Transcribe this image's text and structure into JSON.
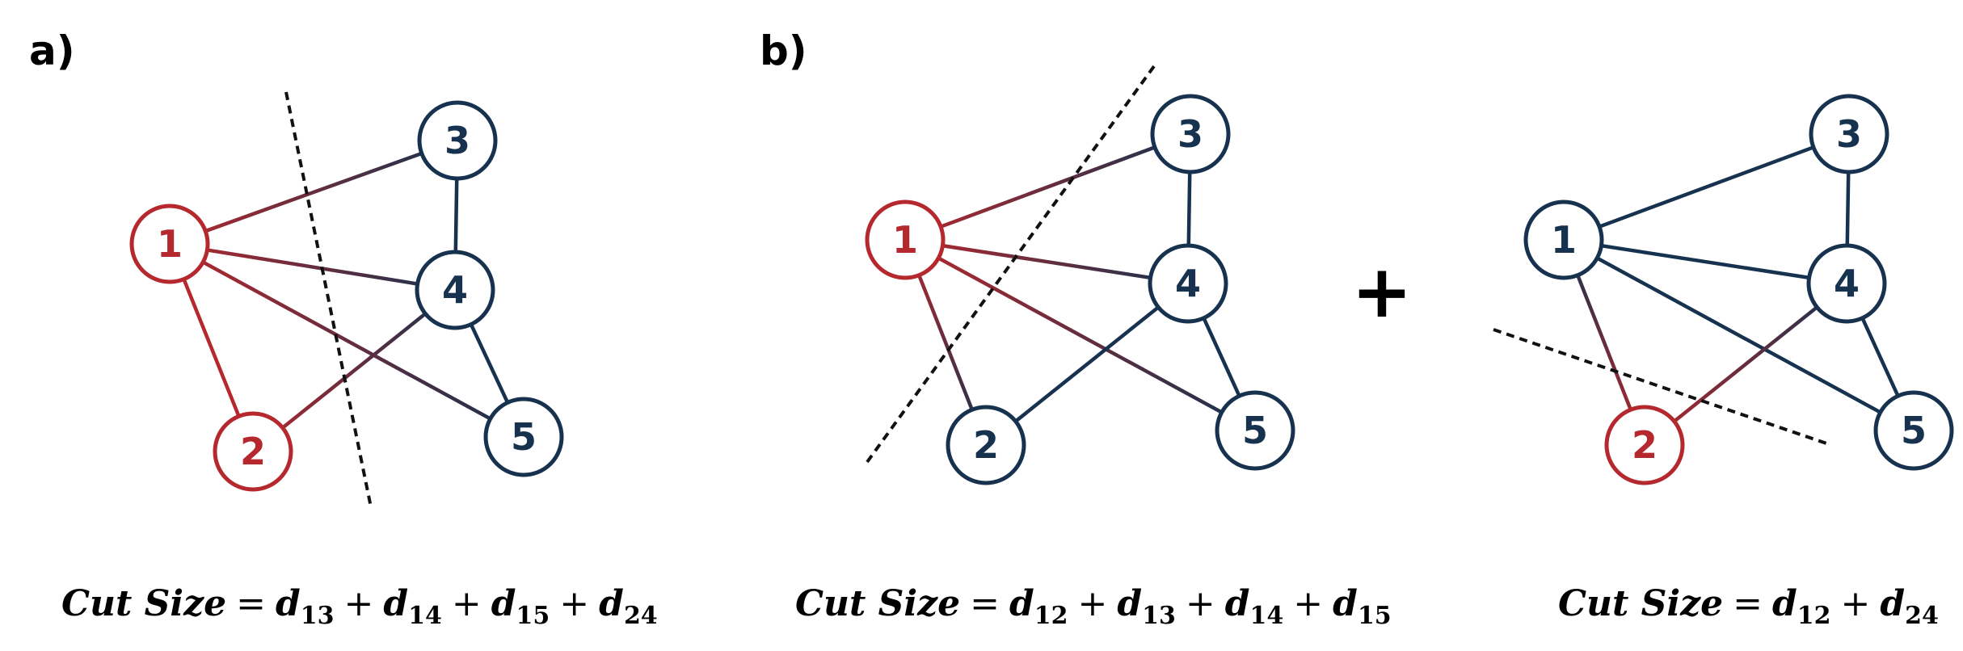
{
  "colors": {
    "red": "#b5282e",
    "blue": "#16324f",
    "cut": "#111111"
  },
  "panels": [
    {
      "label": "a)",
      "nodes": [
        {
          "id": "1",
          "color": "red"
        },
        {
          "id": "2",
          "color": "red"
        },
        {
          "id": "3",
          "color": "blue"
        },
        {
          "id": "4",
          "color": "blue"
        },
        {
          "id": "5",
          "color": "blue"
        }
      ],
      "edges": [
        [
          "1",
          "2"
        ],
        [
          "1",
          "3"
        ],
        [
          "1",
          "4"
        ],
        [
          "1",
          "5"
        ],
        [
          "2",
          "4"
        ],
        [
          "3",
          "4"
        ],
        [
          "4",
          "5"
        ]
      ],
      "cut_edges": [
        [
          "1",
          "3"
        ],
        [
          "1",
          "4"
        ],
        [
          "1",
          "5"
        ],
        [
          "2",
          "4"
        ]
      ],
      "formula": {
        "lhs": "Cut Size",
        "eq": "=",
        "plus": "+",
        "terms": [
          {
            "d": "d",
            "sub": "13"
          },
          {
            "d": "d",
            "sub": "14"
          },
          {
            "d": "d",
            "sub": "15"
          },
          {
            "d": "d",
            "sub": "24"
          }
        ]
      }
    },
    {
      "label": "b)",
      "nodes": [
        {
          "id": "1",
          "color": "red"
        },
        {
          "id": "2",
          "color": "blue"
        },
        {
          "id": "3",
          "color": "blue"
        },
        {
          "id": "4",
          "color": "blue"
        },
        {
          "id": "5",
          "color": "blue"
        }
      ],
      "edges": [
        [
          "1",
          "2"
        ],
        [
          "1",
          "3"
        ],
        [
          "1",
          "4"
        ],
        [
          "1",
          "5"
        ],
        [
          "2",
          "4"
        ],
        [
          "3",
          "4"
        ],
        [
          "4",
          "5"
        ]
      ],
      "cut_edges": [
        [
          "1",
          "2"
        ],
        [
          "1",
          "3"
        ],
        [
          "1",
          "4"
        ],
        [
          "1",
          "5"
        ]
      ],
      "formula": {
        "lhs": "Cut Size",
        "eq": "=",
        "plus": "+",
        "terms": [
          {
            "d": "d",
            "sub": "12"
          },
          {
            "d": "d",
            "sub": "13"
          },
          {
            "d": "d",
            "sub": "14"
          },
          {
            "d": "d",
            "sub": "15"
          }
        ]
      }
    },
    {
      "label": "",
      "nodes": [
        {
          "id": "1",
          "color": "blue"
        },
        {
          "id": "2",
          "color": "red"
        },
        {
          "id": "3",
          "color": "blue"
        },
        {
          "id": "4",
          "color": "blue"
        },
        {
          "id": "5",
          "color": "blue"
        }
      ],
      "edges": [
        [
          "1",
          "2"
        ],
        [
          "1",
          "3"
        ],
        [
          "1",
          "4"
        ],
        [
          "1",
          "5"
        ],
        [
          "2",
          "4"
        ],
        [
          "3",
          "4"
        ],
        [
          "4",
          "5"
        ]
      ],
      "cut_edges": [
        [
          "1",
          "2"
        ],
        [
          "2",
          "4"
        ]
      ],
      "formula": {
        "lhs": "Cut Size",
        "eq": "=",
        "plus": "+",
        "terms": [
          {
            "d": "d",
            "sub": "12"
          },
          {
            "d": "d",
            "sub": "24"
          }
        ]
      }
    }
  ],
  "combine_symbol": "+"
}
